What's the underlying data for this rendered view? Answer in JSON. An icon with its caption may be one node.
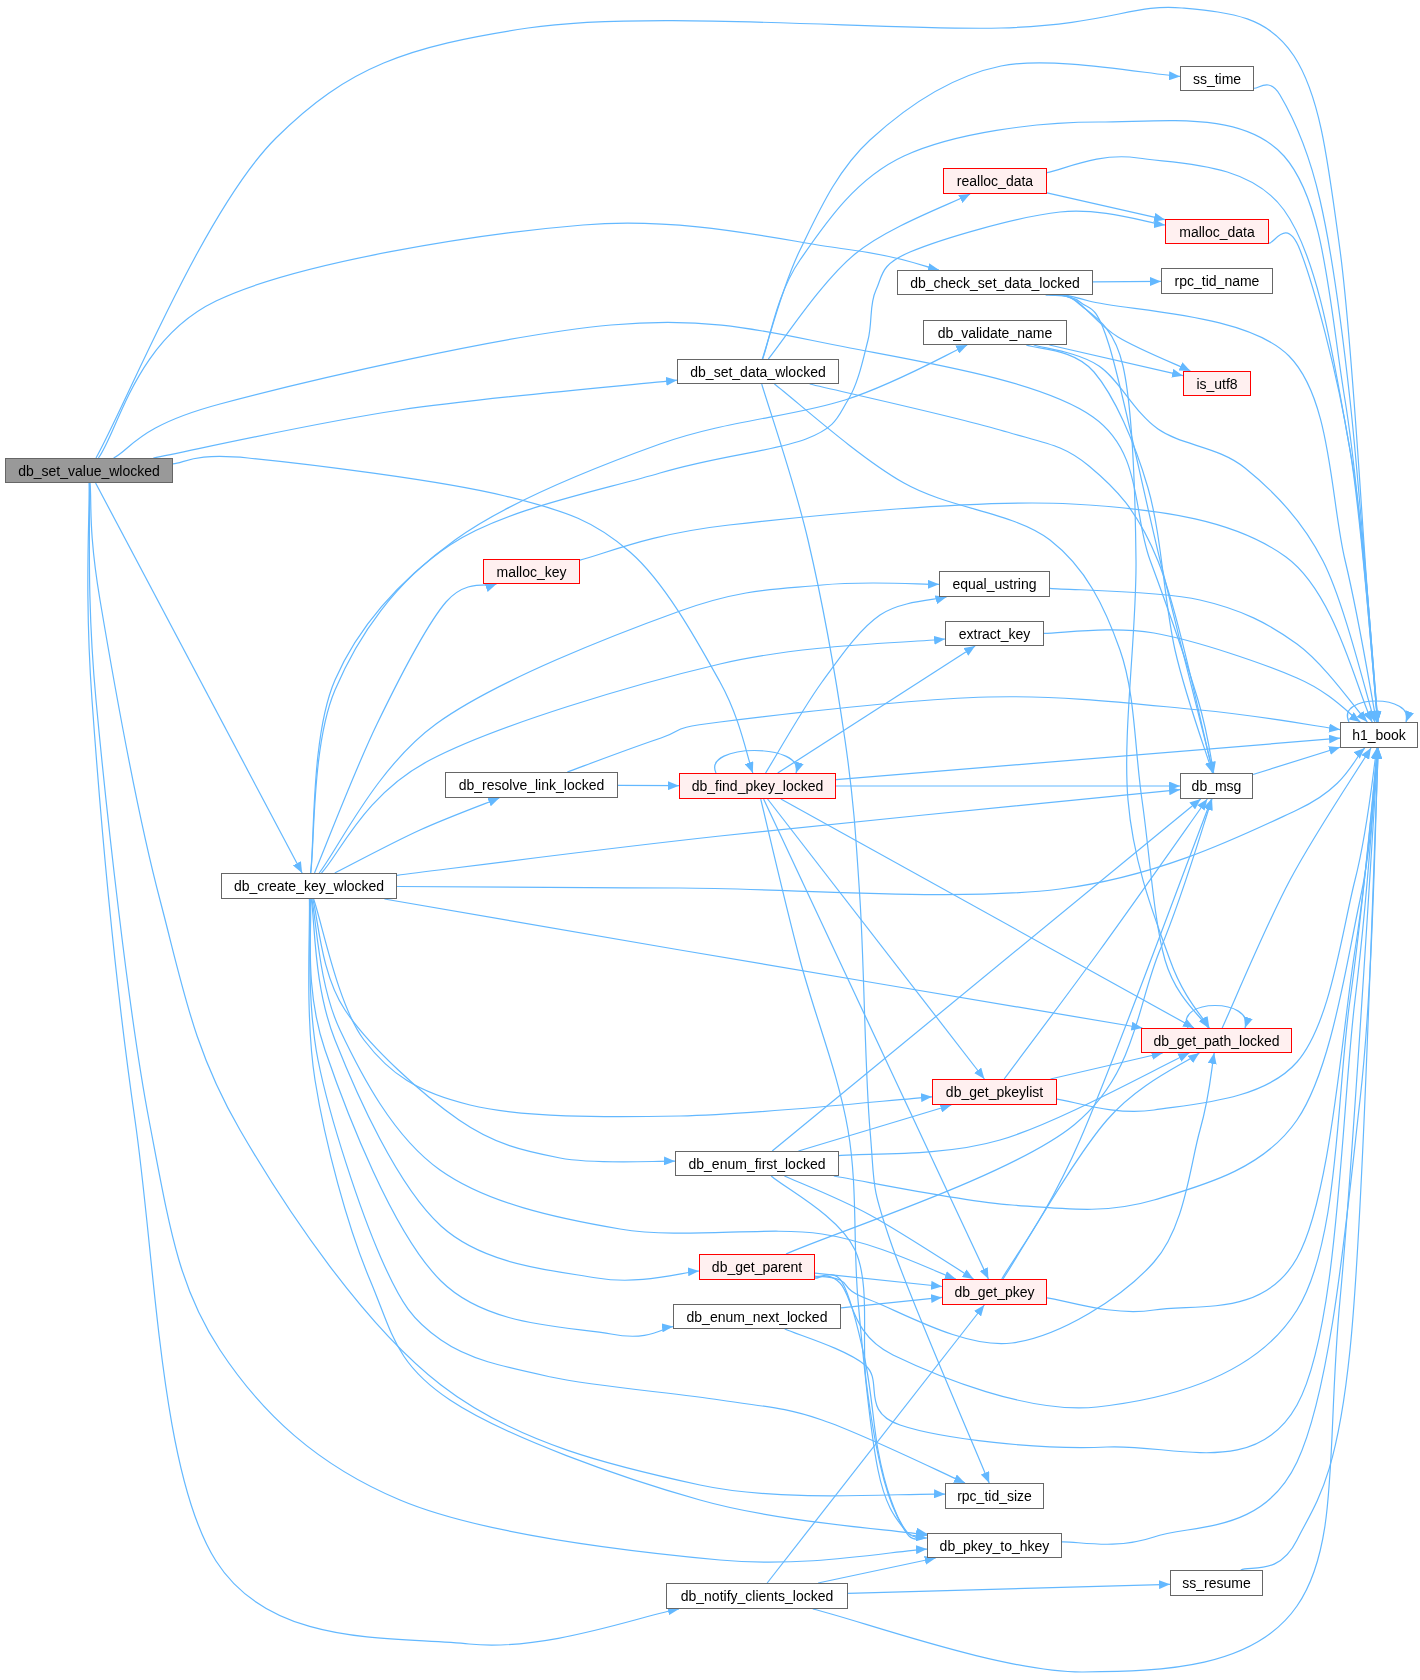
{
  "diagram": {
    "nodes": [
      {
        "text": [
          "db_set_value_wlocked"
        ]
      },
      {
        "text": [
          "db_create_key_wlocked"
        ]
      },
      {
        "text": [
          "malloc_key"
        ]
      },
      {
        "text": [
          "db_resolve_link_locked"
        ]
      },
      {
        "text": [
          "db_set_data_wlocked"
        ]
      },
      {
        "text": [
          "db_find_pkey_locked"
        ]
      },
      {
        "text": [
          "db_enum_first_locked"
        ]
      },
      {
        "text": [
          "db_get_parent"
        ]
      },
      {
        "text": [
          "db_enum_next_locked"
        ]
      },
      {
        "text": [
          "db_notify_clients_locked"
        ]
      },
      {
        "text": [
          "realloc_data"
        ]
      },
      {
        "text": [
          "db_check_set_data_locked"
        ]
      },
      {
        "text": [
          "db_validate_name"
        ]
      },
      {
        "text": [
          "equal_ustring"
        ]
      },
      {
        "text": [
          "extract_key"
        ]
      },
      {
        "text": [
          "db_get_pkeylist"
        ]
      },
      {
        "text": [
          "db_get_pkey"
        ]
      },
      {
        "text": [
          "rpc_tid_size"
        ]
      },
      {
        "text": [
          "db_pkey_to_hkey"
        ]
      },
      {
        "text": [
          "ss_time"
        ]
      },
      {
        "text": [
          "malloc_data"
        ]
      },
      {
        "text": [
          "rpc_tid_name"
        ]
      },
      {
        "text": [
          "is_utf8"
        ]
      },
      {
        "text": [
          "db_msg"
        ]
      },
      {
        "text": [
          "db_get_path_locked"
        ]
      },
      {
        "text": [
          "ss_resume"
        ]
      },
      {
        "text": [
          "h1_book"
        ]
      }
    ],
    "edges": [
      {
        "from": 0,
        "to": 26,
        "arrow": "to"
      },
      {
        "from": 0,
        "to": 11,
        "arrow": "to"
      },
      {
        "from": 0,
        "to": 23,
        "arrow": "to"
      },
      {
        "from": 0,
        "to": 4,
        "arrow": "to"
      },
      {
        "from": 0,
        "to": 5,
        "arrow": "to"
      },
      {
        "from": 0,
        "to": 1,
        "arrow": "to"
      },
      {
        "from": 0,
        "to": 17,
        "arrow": "to"
      },
      {
        "from": 0,
        "to": 18,
        "arrow": "to"
      },
      {
        "from": 0,
        "to": 9,
        "arrow": "to"
      },
      {
        "from": 1,
        "to": 12,
        "arrow": "to"
      },
      {
        "from": 1,
        "to": 20,
        "arrow": "to"
      },
      {
        "from": 1,
        "to": 2,
        "arrow": "to"
      },
      {
        "from": 1,
        "to": 13,
        "arrow": "to"
      },
      {
        "from": 1,
        "to": 14,
        "arrow": "to"
      },
      {
        "from": 1,
        "to": 3,
        "arrow": "to"
      },
      {
        "from": 1,
        "to": 23,
        "arrow": "to"
      },
      {
        "from": 1,
        "to": 26,
        "arrow": "to"
      },
      {
        "from": 1,
        "to": 24,
        "arrow": "to"
      },
      {
        "from": 1,
        "to": 15,
        "arrow": "to"
      },
      {
        "from": 1,
        "to": 6,
        "arrow": "to"
      },
      {
        "from": 1,
        "to": 16,
        "arrow": "to"
      },
      {
        "from": 1,
        "to": 7,
        "arrow": "to"
      },
      {
        "from": 1,
        "to": 8,
        "arrow": "to"
      },
      {
        "from": 1,
        "to": 17,
        "arrow": "to"
      },
      {
        "from": 1,
        "to": 18,
        "arrow": "to"
      },
      {
        "from": 4,
        "to": 19,
        "arrow": "to"
      },
      {
        "from": 4,
        "to": 26,
        "arrow": "to"
      },
      {
        "from": 4,
        "to": 10,
        "arrow": "to"
      },
      {
        "from": 4,
        "to": 23,
        "arrow": "to"
      },
      {
        "from": 4,
        "to": 24,
        "arrow": "to"
      },
      {
        "from": 4,
        "to": 17,
        "arrow": "to"
      },
      {
        "from": 3,
        "to": 5,
        "arrow": "to"
      },
      {
        "from": 3,
        "to": 26,
        "arrow": "to"
      },
      {
        "from": 5,
        "to": 5,
        "arrow": "to"
      },
      {
        "from": 5,
        "to": 13,
        "arrow": "to"
      },
      {
        "from": 5,
        "to": 14,
        "arrow": "to"
      },
      {
        "from": 5,
        "to": 26,
        "arrow": "to"
      },
      {
        "from": 5,
        "to": 23,
        "arrow": "to"
      },
      {
        "from": 5,
        "to": 24,
        "arrow": "to"
      },
      {
        "from": 5,
        "to": 15,
        "arrow": "to"
      },
      {
        "from": 5,
        "to": 16,
        "arrow": "to"
      },
      {
        "from": 5,
        "to": 18,
        "arrow": "to"
      },
      {
        "from": 6,
        "to": 23,
        "arrow": "to"
      },
      {
        "from": 6,
        "to": 15,
        "arrow": "to"
      },
      {
        "from": 6,
        "to": 24,
        "arrow": "to"
      },
      {
        "from": 6,
        "to": 26,
        "arrow": "to"
      },
      {
        "from": 6,
        "to": 16,
        "arrow": "to"
      },
      {
        "from": 6,
        "to": 18,
        "arrow": "to"
      },
      {
        "from": 7,
        "to": 16,
        "arrow": "to"
      },
      {
        "from": 7,
        "to": 23,
        "arrow": "to"
      },
      {
        "from": 7,
        "to": 24,
        "arrow": "to"
      },
      {
        "from": 7,
        "to": 26,
        "arrow": "to"
      },
      {
        "from": 7,
        "to": 18,
        "arrow": "to"
      },
      {
        "from": 8,
        "to": 16,
        "arrow": "to"
      },
      {
        "from": 8,
        "to": 26,
        "arrow": "to"
      },
      {
        "from": 9,
        "to": 16,
        "arrow": "to"
      },
      {
        "from": 9,
        "to": 18,
        "arrow": "to"
      },
      {
        "from": 9,
        "to": 25,
        "arrow": "to"
      },
      {
        "from": 9,
        "to": 26,
        "arrow": "to"
      },
      {
        "from": 10,
        "to": 26,
        "arrow": "to"
      },
      {
        "from": 10,
        "to": 20,
        "arrow": "to"
      },
      {
        "from": 11,
        "to": 21,
        "arrow": "to"
      },
      {
        "from": 11,
        "to": 22,
        "arrow": "to"
      },
      {
        "from": 11,
        "to": 26,
        "arrow": "to"
      },
      {
        "from": 11,
        "to": 23,
        "arrow": "to"
      },
      {
        "from": 11,
        "to": 24,
        "arrow": "to"
      },
      {
        "from": 12,
        "to": 22,
        "arrow": "to"
      },
      {
        "from": 12,
        "to": 26,
        "arrow": "to"
      },
      {
        "from": 12,
        "to": 23,
        "arrow": "to"
      },
      {
        "from": 2,
        "to": 26,
        "arrow": "to"
      },
      {
        "from": 13,
        "to": 26,
        "arrow": "to"
      },
      {
        "from": 14,
        "to": 26,
        "arrow": "to"
      },
      {
        "from": 23,
        "to": 26,
        "arrow": "to"
      },
      {
        "from": 26,
        "to": 26,
        "arrow": "to"
      },
      {
        "from": 24,
        "to": 24,
        "arrow": "to"
      },
      {
        "from": 24,
        "to": 26,
        "arrow": "to"
      },
      {
        "from": 15,
        "to": 23,
        "arrow": "to"
      },
      {
        "from": 15,
        "to": 24,
        "arrow": "to"
      },
      {
        "from": 15,
        "to": 26,
        "arrow": "to"
      },
      {
        "from": 16,
        "to": 23,
        "arrow": "to"
      },
      {
        "from": 16,
        "to": 24,
        "arrow": "to"
      },
      {
        "from": 16,
        "to": 26,
        "arrow": "to"
      },
      {
        "from": 18,
        "to": 26,
        "arrow": "to"
      },
      {
        "from": 25,
        "to": 26,
        "arrow": "to"
      },
      {
        "from": 19,
        "to": 26,
        "arrow": "to"
      },
      {
        "from": 20,
        "to": 26,
        "arrow": "to"
      }
    ]
  }
}
